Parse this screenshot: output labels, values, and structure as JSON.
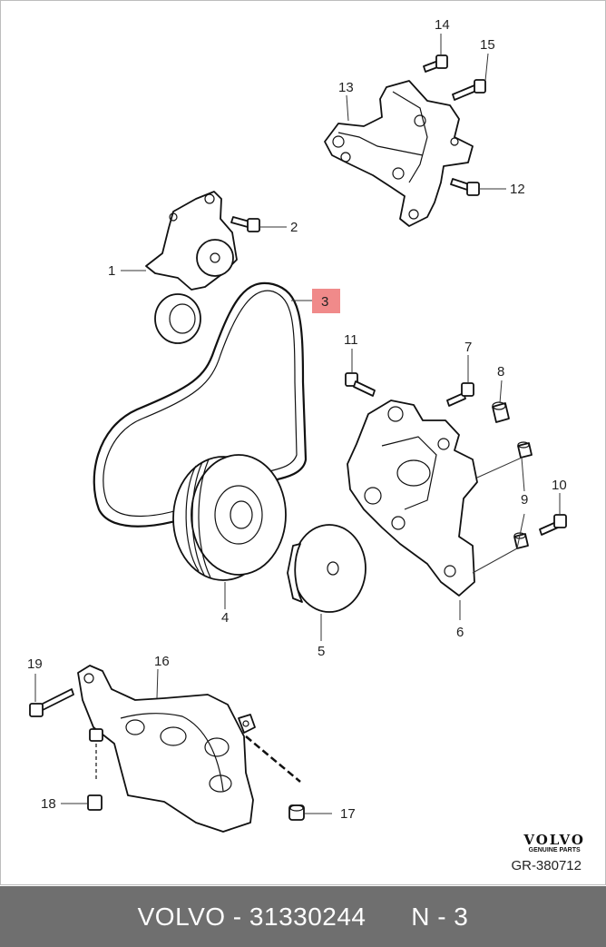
{
  "diagram": {
    "callouts": [
      "1",
      "2",
      "3",
      "4",
      "5",
      "6",
      "7",
      "8",
      "9",
      "10",
      "11",
      "12",
      "13",
      "14",
      "15",
      "16",
      "17",
      "18",
      "19"
    ],
    "highlighted_callout": "3",
    "highlight_color": "#f08a8a"
  },
  "brand": {
    "logo_text": "VOLVO",
    "logo_subtext": "GENUINE PARTS",
    "reference": "GR-380712"
  },
  "footer": {
    "brand": "VOLVO",
    "separator": " - ",
    "part_number": "31330244",
    "position": "N - 3"
  }
}
